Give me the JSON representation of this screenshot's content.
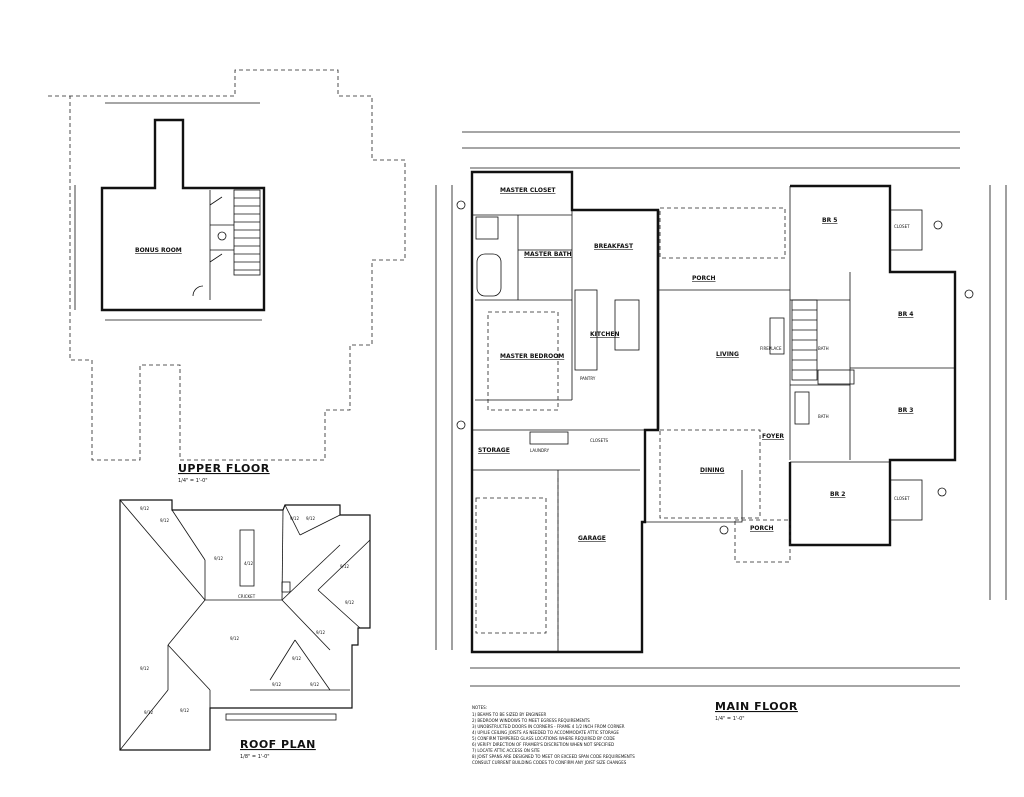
{
  "upper_floor": {
    "title": "UPPER FLOOR",
    "scale": "1/4\" = 1'-0\"",
    "rooms": {
      "bonus_room": "BONUS ROOM"
    }
  },
  "roof_plan": {
    "title": "ROOF PLAN",
    "scale": "1/8\" = 1'-0\"",
    "cricket": "CRICKET",
    "pitch_a": "9/12",
    "pitch_b": "9/12",
    "pitch_c": "9/12",
    "pitch_d": "9/12",
    "pitch_e": "4/12",
    "pitch_f": "9/12",
    "pitch_g": "9/12",
    "pitch_h": "9/12",
    "pitch_i": "9/12",
    "pitch_j": "9/12",
    "pitch_k": "9/12",
    "pitch_l": "9/12",
    "pitch_m": "9/12",
    "pitch_n": "9/12",
    "pitch_o": "9/12",
    "pitch_p": "9/12"
  },
  "main_floor": {
    "title": "MAIN FLOOR",
    "scale": "1/4\" = 1'-0\"",
    "rooms": {
      "master_closet": "MASTER CLOSET",
      "master_bath": "MASTER BATH",
      "breakfast": "BREAKFAST",
      "kitchen": "KITCHEN",
      "pantry": "PANTRY",
      "master_bedroom": "MASTER BEDROOM",
      "storage": "STORAGE",
      "laundry": "LAUNDRY",
      "closets": "CLOSETS",
      "garage": "GARAGE",
      "porch_back": "PORCH",
      "living": "LIVING",
      "fireplace": "FIREPLACE",
      "dining": "DINING",
      "foyer": "FOYER",
      "porch_front": "PORCH",
      "br2": "BR 2",
      "br3": "BR 3",
      "br4": "BR 4",
      "br5": "BR 5",
      "closet_br5": "CLOSET",
      "closet_br2": "CLOSET",
      "bath_upper": "BATH",
      "bath_lower": "BATH"
    }
  },
  "notes": {
    "heading": "NOTES:",
    "lines": [
      "1) BEAMS TO BE SIZED BY ENGINEER",
      "2) BEDROOM WINDOWS TO MEET EGRESS REQUIREMENTS",
      "3) UNOBSTRUCTED DOORS IN CORNERS - FRAME 4 1/2 INCH FROM CORNER",
      "4) UP/LIE CEILING JOISTS AS NEEDED TO ACCOMMODATE ATTIC STORAGE",
      "5) CONFIRM TEMPERED GLASS LOCATIONS WHERE REQUIRED BY CODE",
      "6) VERIFY DIRECTION OF FRAMER'S DISCRETION WHEN NOT SPECIFIED",
      "7) LOCATE ATTIC ACCESS ON SITE",
      "8) JOIST SPANS ARE DESIGNED TO MEET OR EXCEED SPAN CODE REQUIREMENTS",
      "   CONSULT CURRENT BUILDING CODES TO CONFIRM ANY JOIST SIZE CHANGES"
    ]
  }
}
